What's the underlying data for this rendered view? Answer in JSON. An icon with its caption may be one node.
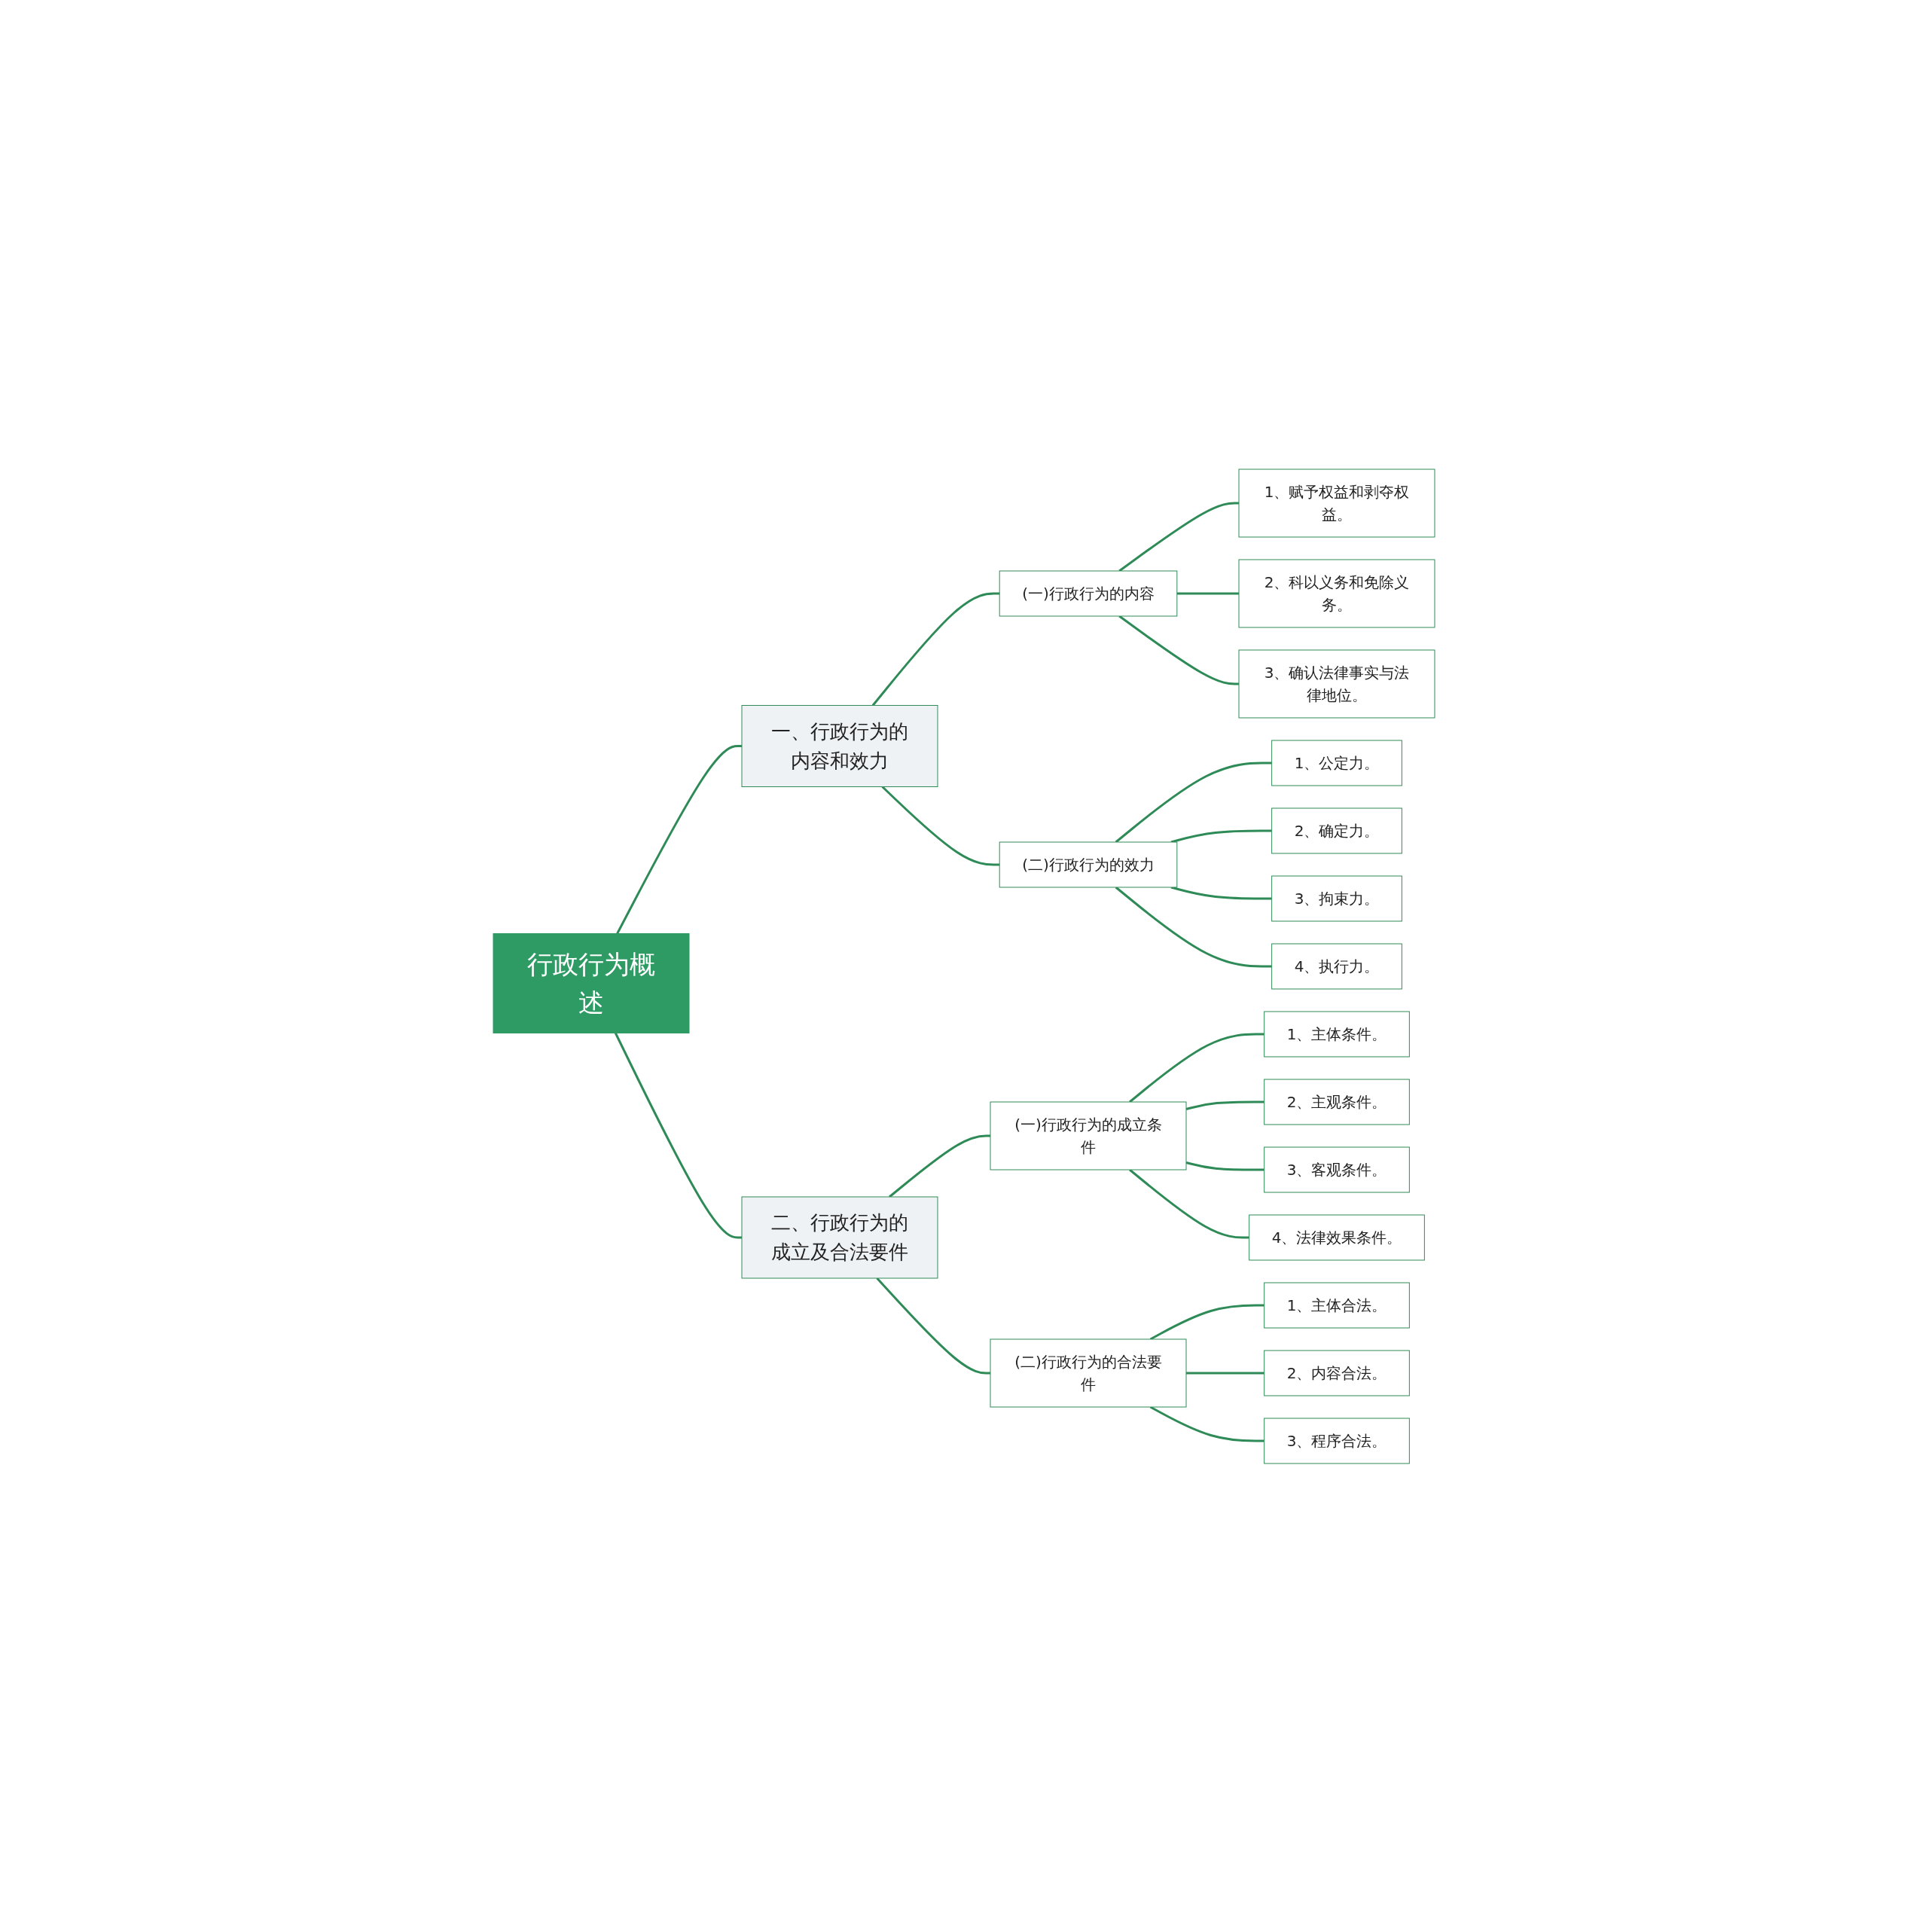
{
  "diagram": {
    "nodes": [
      {
        "text": [
          "行政行为概述"
        ]
      },
      {
        "text": [
          "一、行政行为的内容和效力"
        ]
      },
      {
        "text": [
          "(一)行政行为的内容"
        ]
      },
      {
        "text": [
          "1、赋予权益和剥夺权益。"
        ]
      },
      {
        "text": [
          "2、科以义务和免除义务。"
        ]
      },
      {
        "text": [
          "3、确认法律事实与法律地位。"
        ]
      },
      {
        "text": [
          "(二)行政行为的效力"
        ]
      },
      {
        "text": [
          "1、公定力。"
        ]
      },
      {
        "text": [
          "2、确定力。"
        ]
      },
      {
        "text": [
          "3、拘束力。"
        ]
      },
      {
        "text": [
          "4、执行力。"
        ]
      },
      {
        "text": [
          "二、行政行为的成立及合法要件"
        ]
      },
      {
        "text": [
          "(一)行政行为的成立条件"
        ]
      },
      {
        "text": [
          "1、主体条件。"
        ]
      },
      {
        "text": [
          "2、主观条件。"
        ]
      },
      {
        "text": [
          "3、客观条件。"
        ]
      },
      {
        "text": [
          "4、法律效果条件。"
        ]
      },
      {
        "text": [
          "(二)行政行为的合法要件"
        ]
      },
      {
        "text": [
          "1、主体合法。"
        ]
      },
      {
        "text": [
          "2、内容合法。"
        ]
      },
      {
        "text": [
          "3、程序合法。"
        ]
      }
    ],
    "edges": [
      {
        "from": 0,
        "to": 1,
        "arrow": "none"
      },
      {
        "from": 1,
        "to": 2,
        "arrow": "none"
      },
      {
        "from": 2,
        "to": 3,
        "arrow": "none"
      },
      {
        "from": 2,
        "to": 4,
        "arrow": "none"
      },
      {
        "from": 2,
        "to": 5,
        "arrow": "none"
      },
      {
        "from": 1,
        "to": 6,
        "arrow": "none"
      },
      {
        "from": 6,
        "to": 7,
        "arrow": "none"
      },
      {
        "from": 6,
        "to": 8,
        "arrow": "none"
      },
      {
        "from": 6,
        "to": 9,
        "arrow": "none"
      },
      {
        "from": 6,
        "to": 10,
        "arrow": "none"
      },
      {
        "from": 0,
        "to": 11,
        "arrow": "none"
      },
      {
        "from": 11,
        "to": 12,
        "arrow": "none"
      },
      {
        "from": 12,
        "to": 13,
        "arrow": "none"
      },
      {
        "from": 12,
        "to": 14,
        "arrow": "none"
      },
      {
        "from": 12,
        "to": 15,
        "arrow": "none"
      },
      {
        "from": 12,
        "to": 16,
        "arrow": "none"
      },
      {
        "from": 11,
        "to": 17,
        "arrow": "none"
      },
      {
        "from": 17,
        "to": 18,
        "arrow": "none"
      },
      {
        "from": 17,
        "to": 19,
        "arrow": "none"
      },
      {
        "from": 17,
        "to": 20,
        "arrow": "none"
      }
    ]
  }
}
